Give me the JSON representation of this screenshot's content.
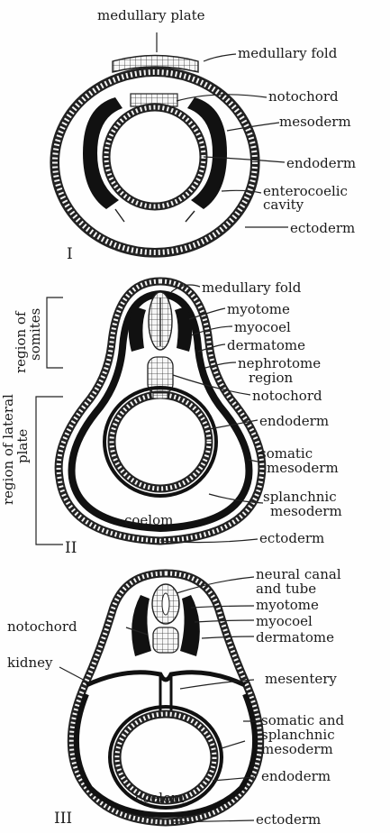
{
  "figure": {
    "panels": [
      {
        "numeral": "I",
        "labels": {
          "medullary_plate": "medullary plate",
          "medullary_fold": "medullary fold",
          "notochord": "notochord",
          "mesoderm": "mesoderm",
          "endoderm": "endoderm",
          "enterocoelic": "enterocoelic",
          "cavity": "cavity",
          "ectoderm": "ectoderm"
        }
      },
      {
        "numeral": "II",
        "labels": {
          "medullary_fold": "medullary fold",
          "myotome": "myotome",
          "myocoel": "myocoel",
          "dermatome": "dermatome",
          "nephrotome": "nephrotome",
          "region": "region",
          "notochord": "notochord",
          "endoderm": "endoderm",
          "somatic": "somatic",
          "somatic_mesoderm": "mesoderm",
          "splanchnic": "splanchnic",
          "splanchnic_mesoderm": "mesoderm",
          "ectoderm": "ectoderm",
          "coelom": "coelom",
          "region_of_somites_1": "region of",
          "region_of_somites_2": "somites",
          "region_of_lateral_1": "region of lateral",
          "region_of_lateral_2": "plate"
        }
      },
      {
        "numeral": "III",
        "labels": {
          "neural_canal": "neural canal",
          "and_tube": "and tube",
          "myotome": "myotome",
          "myocoel": "myocoel",
          "dermatome": "dermatome",
          "notochord": "notochord",
          "kidney": "kidney",
          "mesentery": "mesentery",
          "somatic_and": "somatic and",
          "splanchnic": "splanchnic",
          "mesoderm": "mesoderm",
          "endoderm": "endoderm",
          "coelom": "coelom",
          "ectoderm": "ectoderm"
        }
      }
    ]
  }
}
